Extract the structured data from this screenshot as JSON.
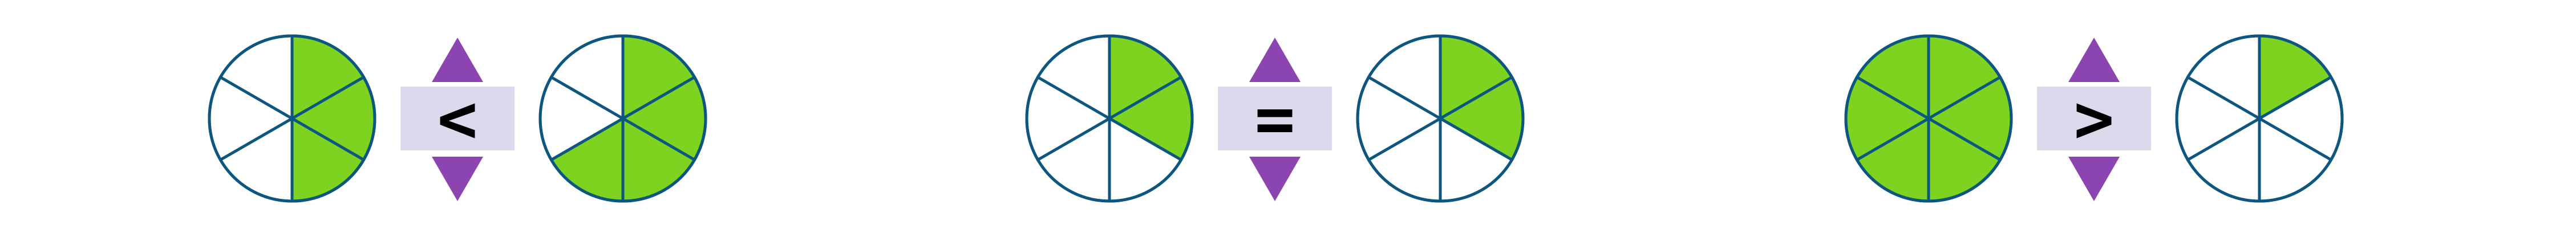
{
  "colors": {
    "fill": "#7ed321",
    "empty": "#ffffff",
    "stroke": "#0c5680",
    "arrow": "#8c44b0",
    "symbol_bg": "#dcd9ec"
  },
  "icons": {
    "up": "triangle-up-icon",
    "down": "triangle-down-icon"
  },
  "comparisons": [
    {
      "left": {
        "parts": 6,
        "shaded": 3
      },
      "symbol": "<",
      "right": {
        "parts": 6,
        "shaded": 4
      }
    },
    {
      "left": {
        "parts": 6,
        "shaded": 2
      },
      "symbol": "=",
      "right": {
        "parts": 6,
        "shaded": 2
      }
    },
    {
      "left": {
        "parts": 6,
        "shaded": 6
      },
      "symbol": ">",
      "right": {
        "parts": 6,
        "shaded": 1
      }
    }
  ]
}
